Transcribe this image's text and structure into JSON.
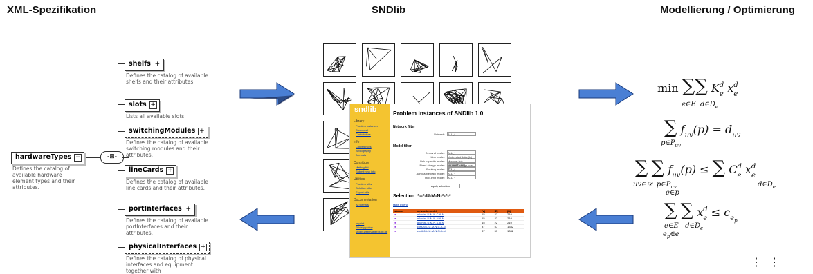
{
  "headers": {
    "left": "XML-Spezifikation",
    "center": "SNDlib",
    "right": "Modellierung / Optimierung"
  },
  "schema": {
    "root": {
      "label": "hardwareTypes",
      "desc": "Defines the catalog of available hardware element types and their attributes."
    },
    "items": [
      {
        "label": "shelfs",
        "desc": "Defines the catalog of available shelfs and their attributes."
      },
      {
        "label": "slots",
        "desc": "Lists all available slots."
      },
      {
        "label": "switchingModules",
        "desc": "Defines the catalog of available switching modules and their attributes."
      },
      {
        "label": "lineCards",
        "desc": "Defines the catalog of available line cards and their attributes."
      },
      {
        "label": "portInterfaces",
        "desc": "Defines the catalog of available portInterfaces and their attributes."
      },
      {
        "label": "physicalInterfaces",
        "desc": "Defines the catalog of physical interfaces and equipment together with"
      }
    ]
  },
  "web": {
    "logo": "sndlib",
    "title": "Problem instances of SNDlib 1.0",
    "network_filter": "Network filter",
    "network_label": "Network:",
    "network_value": "ALL_*",
    "model_filter": "Model filter",
    "filters": [
      {
        "label": "Demand model:",
        "value": "ALL_*"
      },
      {
        "label": "Link model:",
        "value": "Undirected links (U)"
      },
      {
        "label": "Link capacity model:",
        "value": "Modular link capacities (M)"
      },
      {
        "label": "Fixed-charge model:",
        "value": "No fixed-charge cost (N)"
      },
      {
        "label": "Routing model:",
        "value": "ALL_*"
      },
      {
        "label": "Admissible path model:",
        "value": "ALL_*"
      },
      {
        "label": "Hop-limit model:",
        "value": "ALL_*"
      }
    ],
    "apply": "Apply selection",
    "selection": "Selection:   *--*-U-M-N-*-*-*",
    "table_legend": "table legend",
    "sidebar": {
      "library": "Library",
      "library_links": [
        "Problem instances",
        "Download",
        "Contributors"
      ],
      "info": "Info",
      "info_links": [
        "Conferences",
        "Bibliography",
        "Journals"
      ],
      "contribute": "Contribute",
      "contribute_links": [
        "Mailing list",
        "Submit new info"
      ],
      "utilities": "Utilities",
      "utilities_links": [
        "Problem utils",
        "Solution utils",
        "Export utils"
      ],
      "documentation": "Documentation",
      "documentation_links": [
        "All formats"
      ],
      "footer_links": [
        "Imprint",
        "Privacy policy",
        "sndlib-webmaster@zib.de"
      ]
    },
    "table": {
      "headers": [
        "status",
        "network-model",
        "|V|",
        "|E|",
        "|D|"
      ],
      "rows": [
        [
          "atlanta--U-M-N-C-A-N",
          "15",
          "22",
          "210"
        ],
        [
          "atlanta--U-M-N-N-A-N",
          "15",
          "22",
          "210"
        ],
        [
          "atlanta--U-M-N-S-A-N",
          "15",
          "22",
          "210"
        ],
        [
          "cost266--U-M-N-C-A-N",
          "37",
          "57",
          "1332"
        ],
        [
          "cost266--U-M-N-N-A-N",
          "37",
          "57",
          "1332"
        ]
      ]
    }
  },
  "colors": {
    "arrow": "#4a7fd4",
    "sndlib_yellow": "#f4c430",
    "table_header": "#e05a10"
  }
}
